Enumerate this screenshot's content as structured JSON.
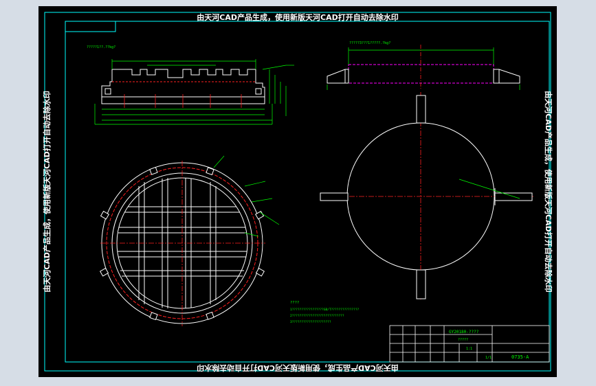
{
  "watermark": {
    "top": "由天河CAD产品生成，使用新版天河CAD打开自动去除水印",
    "bottom": "由天河CAD产品生成，使用新版天河CAD打开自动去除水印",
    "left": "由天河CAD产品生成，使用新版天河CAD打开自动去除水印",
    "right": "由天河CAD产品生成，使用新版天河CAD打开自动去除水印"
  },
  "notes": {
    "top_left_label": "?????1??.??kg?",
    "top_right_label": "?????3???1?????.?kg?",
    "tech_title": "????",
    "tech_lines": [
      "1?????????????????GB/T???????????????",
      "2????????????????????????????",
      "3?????????????????????"
    ]
  },
  "title_block": {
    "drawing_no": "GY20180-????",
    "name": "?????",
    "scale": "1:1",
    "sheet": "1/1",
    "code": "0735-A"
  },
  "colors": {
    "frame": "#00ffff",
    "dims": "#00ff00",
    "outline": "#ffffff",
    "center": "#ff2020",
    "hidden": "#ff00ff",
    "watermark": "#ffffff"
  }
}
